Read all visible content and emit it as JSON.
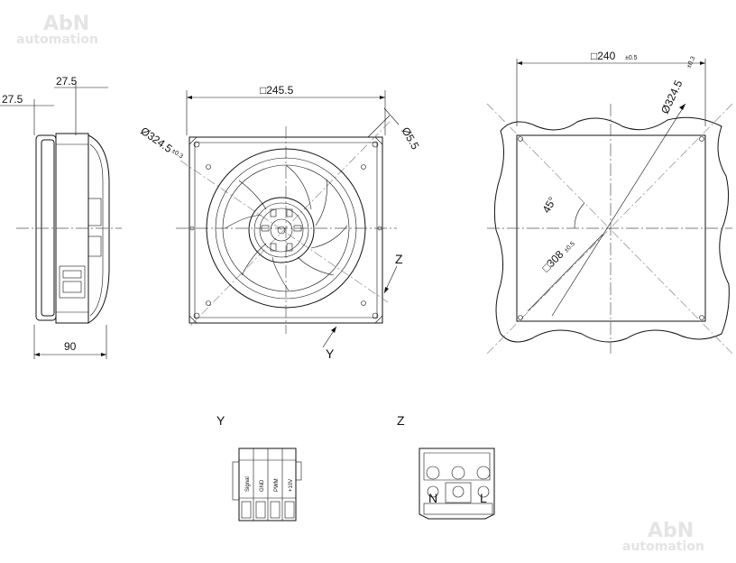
{
  "watermarks": {
    "top_brand": "AbN",
    "top_sub": "automation",
    "bottom_brand": "AbN",
    "bottom_sub": "automation"
  },
  "side_view": {
    "dim_offset": "27.5",
    "dim_offset_top": "27.5",
    "dim_depth": "90"
  },
  "front_view": {
    "dim_square": "□245.5",
    "dim_diameter": "Ø324.5",
    "dim_diameter_tol": "±0.3",
    "dim_hole": "Ø5.5",
    "detail_y": "Y",
    "detail_z": "Z"
  },
  "cutout_view": {
    "dim_square": "□240",
    "dim_square_tol": "±0.5",
    "dim_diameter": "Ø324.5",
    "dim_diameter_tol": "±0.3",
    "dim_hole_pitch": "□308",
    "dim_hole_pitch_tol": "±0.5",
    "angle": "45°"
  },
  "detail_y": {
    "title": "Y",
    "pins": [
      "Signal",
      "GND",
      "PWM",
      "+10V"
    ]
  },
  "detail_z": {
    "title": "Z",
    "terminal_n": "N",
    "terminal_l": "L"
  }
}
